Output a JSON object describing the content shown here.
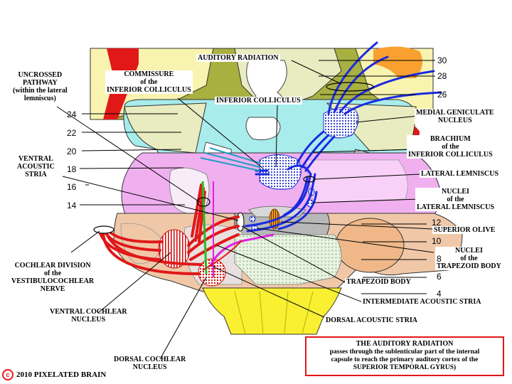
{
  "labels": {
    "auditory_radiation": "AUDITORY RADIATION",
    "commissure": "COMMISSURE\nof the\nINFERIOR COLLICULUS",
    "uncrossed_pathway": "UNCROSSED\nPATHWAY\n(within the lateral\nlemniscus)",
    "inferior_colliculus": "INFERIOR COLLICULUS",
    "medial_geniculate": "MEDIAL GENICULATE\nNUCLEUS",
    "brachium": "BRACHIUM\nof the\nINFERIOR COLLICULUS",
    "ventral_acoustic_stria": "VENTRAL\nACOUSTIC\nSTRIA",
    "lateral_lemniscus": "LATERAL LEMNISCUS",
    "nuclei_lateral_lemniscus": "NUCLEI\nof the\nLATERAL LEMNISCUS",
    "superior_olive": "SUPERIOR OLIVE",
    "nuclei_trapezoid": "NUCLEI\nof the\nTRAPEZOID BODY",
    "cochlear_division": "COCHLEAR DIVISION\nof the\nVESTIBULOCOCHLEAR\nNERVE",
    "trapezoid_body": "TRAPEZOID BODY",
    "intermediate_acoustic_stria": "INTERMEDIATE ACOUSTIC STRIA",
    "ventral_cochlear": "VENTRAL COCHLEAR\nNUCLEUS",
    "dorsal_acoustic_stria": "DORSAL ACOUSTIC STRIA",
    "dorsal_cochlear": "DORSAL COCHLEAR\nNUCLEUS"
  },
  "levels_left": [
    "24",
    "22",
    "20",
    "18",
    "16",
    "14"
  ],
  "levels_right": [
    "30",
    "28",
    "26",
    "12",
    "10",
    "8",
    "6",
    "4"
  ],
  "info_box": {
    "title": "THE AUDITORY RADIATION",
    "line1": "passes through the sublenticular part of the internal",
    "line2": "capsule to reach the primary auditory cortex of the",
    "line3": "SUPERIOR TEMPORAL GYRUS)"
  },
  "copyright": {
    "symbol": "c",
    "text": "2010  PIXELATED BRAIN"
  },
  "colors": {
    "pathway_red": "#e01818",
    "pathway_blue": "#1a2ae0",
    "pathway_green": "#22c022",
    "pathway_magenta": "#e020e0",
    "colliculus_cyan": "#a8ecec",
    "pons_pink": "#f0b0f0",
    "medulla_yellow": "#f8f030",
    "olive_green": "#a8b040"
  }
}
